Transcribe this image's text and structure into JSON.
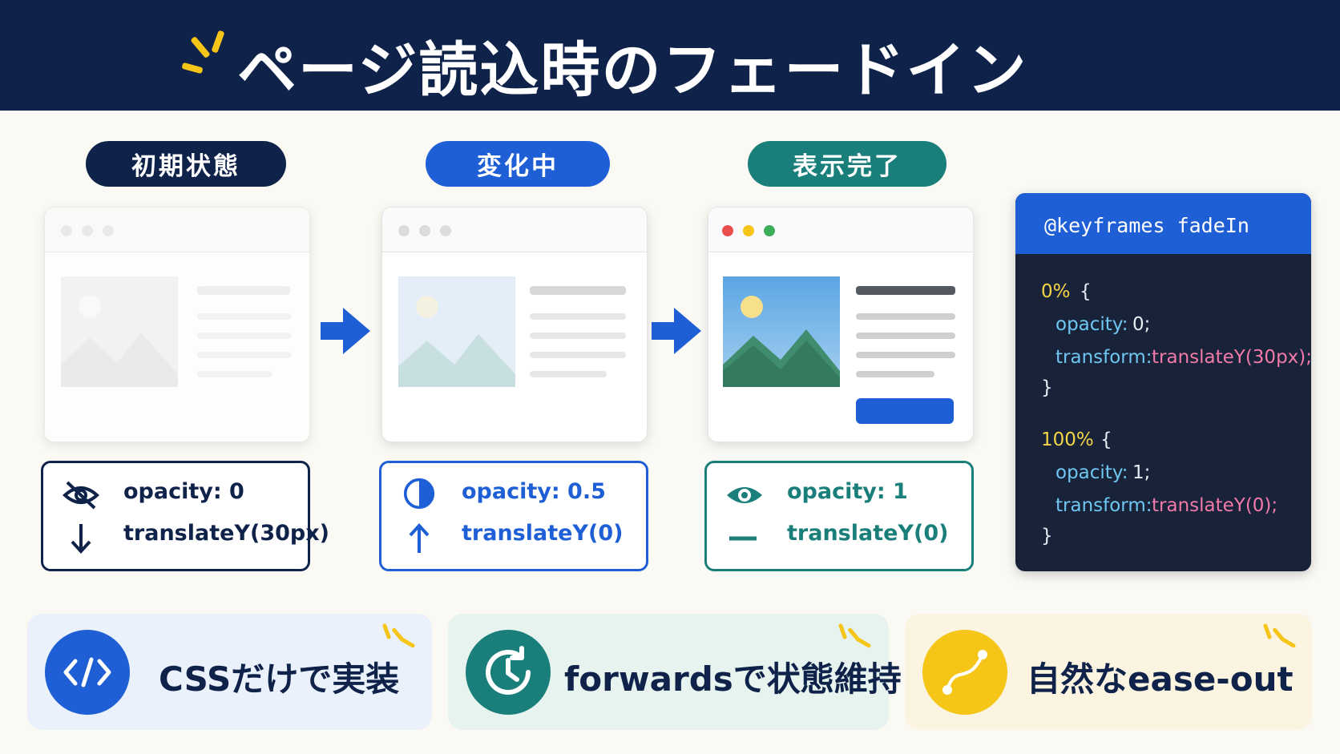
{
  "title": "ページ読込時のフェードイン",
  "stages": [
    {
      "label": "初期状態",
      "color": "#0f2249",
      "opacity_line": "opacity: 0",
      "transform_line": "translateY(30px)",
      "opacity_icon": "eye-slash-icon",
      "transform_icon": "arrow-down-icon"
    },
    {
      "label": "変化中",
      "color": "#1f5fd6",
      "opacity_line": "opacity: 0.5",
      "transform_line": "translateY(0)",
      "opacity_icon": "half-circle-icon",
      "transform_icon": "arrow-up-icon"
    },
    {
      "label": "表示完了",
      "color": "#1a7f7a",
      "opacity_line": "opacity: 1",
      "transform_line": "translateY(0)",
      "opacity_icon": "eye-icon",
      "transform_icon": "dash-icon"
    }
  ],
  "code": {
    "title": "@keyframes fadeIn",
    "block1_selector": "0%",
    "block1_open": "{",
    "block1_opacity_prop": "opacity:",
    "block1_opacity_val": "0;",
    "block1_transform_prop": "transform:",
    "block1_transform_val": "translateY(30px);",
    "block1_close": "}",
    "block2_selector": "100%",
    "block2_open": "{",
    "block2_opacity_prop": "opacity:",
    "block2_opacity_val": "1;",
    "block2_transform_prop": "transform:",
    "block2_transform_val": "translateY(0);",
    "block2_close": "}"
  },
  "features": [
    {
      "label": "CSSだけで実装",
      "icon": "code-icon",
      "bg": "#eaf1fb",
      "circle": "#1f5fd6"
    },
    {
      "label": "forwardsで状態維持",
      "icon": "history-icon",
      "bg": "#e6f3ee",
      "circle": "#1a7f7a"
    },
    {
      "label": "自然なease-out",
      "icon": "curve-icon",
      "bg": "#fbf4e1",
      "circle": "#f5c518"
    }
  ],
  "colors": {
    "header_bg": "#0f2249",
    "accent_yellow": "#f5c518",
    "blue": "#1f5fd6",
    "teal": "#1a7f7a",
    "navy": "#0f2249"
  }
}
